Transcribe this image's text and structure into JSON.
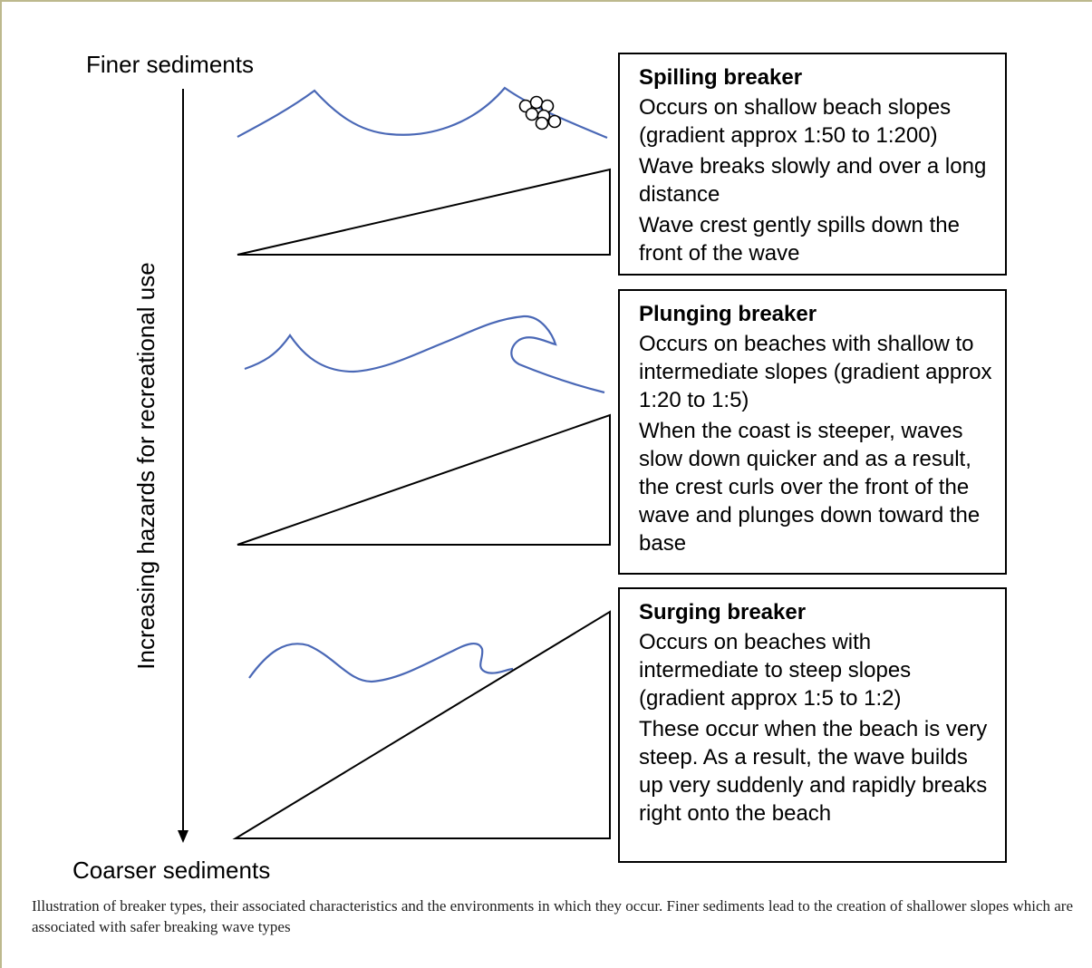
{
  "axis": {
    "top_label": "Finer sediments",
    "bottom_label": "Coarser sediments",
    "arrow_label": "Increasing hazards for recreational use"
  },
  "breakers": [
    {
      "name": "Spilling breaker",
      "lines": [
        "Occurs on shallow beach slopes (gradient approx 1:50 to 1:200)",
        "Wave breaks slowly and over a long distance",
        "Wave crest gently spills down the front of the wave"
      ]
    },
    {
      "name": "Plunging breaker",
      "lines": [
        "Occurs on beaches with shallow to intermediate slopes (gradient approx 1:20 to 1:5)",
        "When the coast is steeper, waves slow down quicker and as a result, the crest curls over the front of the wave and plunges down toward the base"
      ]
    },
    {
      "name": "Surging breaker",
      "lines": [
        "Occurs on beaches with intermediate to steep slopes (gradient approx 1:5 to 1:2)",
        "These occur when the beach is very steep. As a result, the wave builds up very suddenly and rapidly breaks right onto the beach"
      ]
    }
  ],
  "caption": "Illustration of breaker types, their associated characteristics and the environments in which they occur. Finer sediments lead to the creation of shallower slopes which are associated with safer breaking wave types",
  "colors": {
    "wave": "#4a68b6",
    "frame": "#bdb98e",
    "ink": "#000000"
  }
}
